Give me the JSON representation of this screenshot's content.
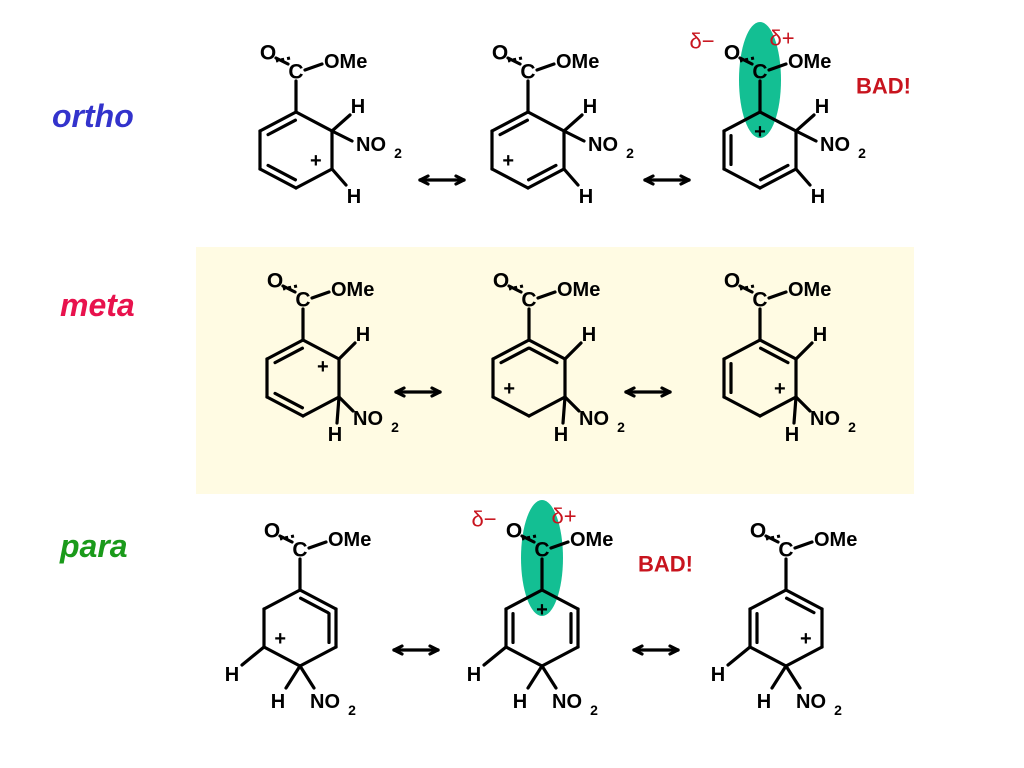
{
  "colors": {
    "ortho": "#3333cc",
    "meta": "#e8124d",
    "para": "#1a9a1a",
    "bad": "#c8141e",
    "highlight": "#13bf93",
    "band": "#fffbe3",
    "ink": "#000000"
  },
  "rows": [
    {
      "label": "ortho",
      "structures": [
        {
          "ring_double_bonds": [
            "upper-left",
            "lower-left"
          ],
          "plus": "lower-right",
          "highlight": false
        },
        {
          "ring_double_bonds": [
            "upper-left",
            "lower-right"
          ],
          "plus": "lower-left",
          "highlight": false
        },
        {
          "ring_double_bonds": [
            "left",
            "lower-right"
          ],
          "plus": "top",
          "highlight": true,
          "delta_minus": "δ−",
          "delta_plus": "δ+",
          "warning": "BAD!"
        }
      ]
    },
    {
      "label": "meta",
      "structures": [
        {
          "ring_double_bonds": [
            "upper-left",
            "lower-left"
          ],
          "plus": "upper-right",
          "highlight": false
        },
        {
          "ring_double_bonds": [
            "upper-left",
            "upper-right"
          ],
          "plus": "lower-left",
          "highlight": false
        },
        {
          "ring_double_bonds": [
            "left",
            "upper-right"
          ],
          "plus": "lower-right",
          "highlight": false
        }
      ]
    },
    {
      "label": "para",
      "structures": [
        {
          "ring_double_bonds": [
            "upper-right",
            "right"
          ],
          "plus": "lower-left",
          "highlight": false
        },
        {
          "ring_double_bonds": [
            "left",
            "right"
          ],
          "plus": "top",
          "highlight": true,
          "delta_minus": "δ−",
          "delta_plus": "δ+",
          "warning": "BAD!"
        },
        {
          "ring_double_bonds": [
            "upper-right",
            "left"
          ],
          "plus": "lower-right",
          "highlight": false
        }
      ]
    }
  ],
  "atoms": {
    "carbonyl_o": "O",
    "carbonyl_c": "C",
    "ester": "OMe",
    "h": "H",
    "nitro": "NO",
    "nitro_sub": "2",
    "plus": "+"
  },
  "resonance_arrow": "↔"
}
